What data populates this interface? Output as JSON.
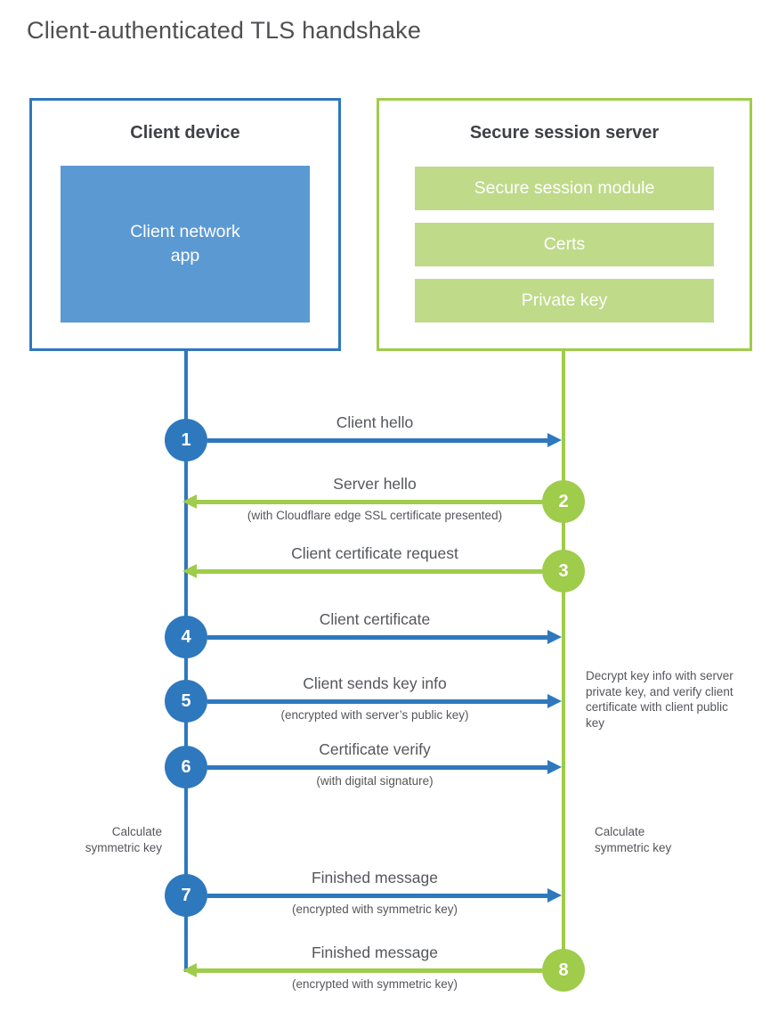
{
  "title": "Client-authenticated TLS handshake",
  "client_box": {
    "heading": "Client device",
    "app": "Client network app"
  },
  "server_box": {
    "heading": "Secure session server",
    "modules": [
      {
        "label": "Secure session module"
      },
      {
        "label": "Certs"
      },
      {
        "label": "Private key"
      }
    ]
  },
  "steps": [
    {
      "num": "1",
      "from": "client",
      "direction": "right",
      "label": "Client hello",
      "sub": ""
    },
    {
      "num": "2",
      "from": "server",
      "direction": "left",
      "label": "Server hello",
      "sub": "(with Cloudflare edge SSL certificate presented)"
    },
    {
      "num": "3",
      "from": "server",
      "direction": "left",
      "label": "Client certificate request",
      "sub": ""
    },
    {
      "num": "4",
      "from": "client",
      "direction": "right",
      "label": "Client certificate",
      "sub": ""
    },
    {
      "num": "5",
      "from": "client",
      "direction": "right",
      "label": "Client sends key info",
      "sub": "(encrypted with server’s public key)"
    },
    {
      "num": "6",
      "from": "client",
      "direction": "right",
      "label": "Certificate verify",
      "sub": "(with digital signature)"
    },
    {
      "num": "7",
      "from": "client",
      "direction": "right",
      "label": "Finished message",
      "sub": "(encrypted with symmetric key)"
    },
    {
      "num": "8",
      "from": "server",
      "direction": "left",
      "label": "Finished message",
      "sub": "(encrypted with symmetric key)"
    }
  ],
  "notes": {
    "decrypt": "Decrypt key info with server private key, and verify client certificate with client public key",
    "calc_left": "Calculate symmetric key",
    "calc_right": "Calculate symmetric key"
  },
  "colors": {
    "blue": "#2E78BE",
    "blue_fill": "#5B99D3",
    "green": "#9FCC4A",
    "green_fill": "#BFDA89",
    "text": "#54565B",
    "heading": "#3F4145",
    "title": "#4F5052"
  }
}
